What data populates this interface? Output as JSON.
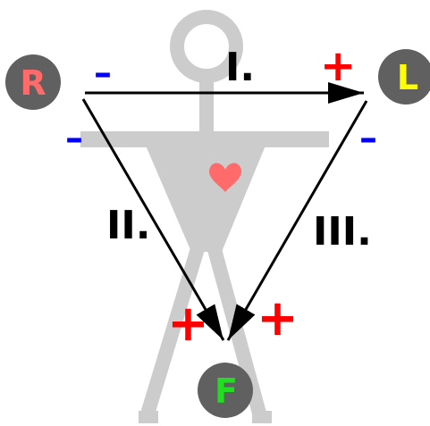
{
  "colors": {
    "figure": "#cccccc",
    "node_bg": "#606060",
    "positive": "#ff0000",
    "negative": "#0000ff",
    "heart": "#ff6b6b",
    "arrow": "#000000",
    "node_r_text": "#ff6b6b",
    "node_l_text": "#ffff00",
    "node_f_text": "#22dd22"
  },
  "nodes": {
    "r": {
      "label": "R"
    },
    "l": {
      "label": "L"
    },
    "f": {
      "label": "F"
    }
  },
  "leads": {
    "lead1": {
      "label": "I."
    },
    "lead2": {
      "label": "II."
    },
    "lead3": {
      "label": "III."
    }
  },
  "signs": {
    "plus": "+",
    "minus": "–"
  },
  "icons": {
    "figure": "stick-figure-icon",
    "heart": "heart-icon"
  }
}
